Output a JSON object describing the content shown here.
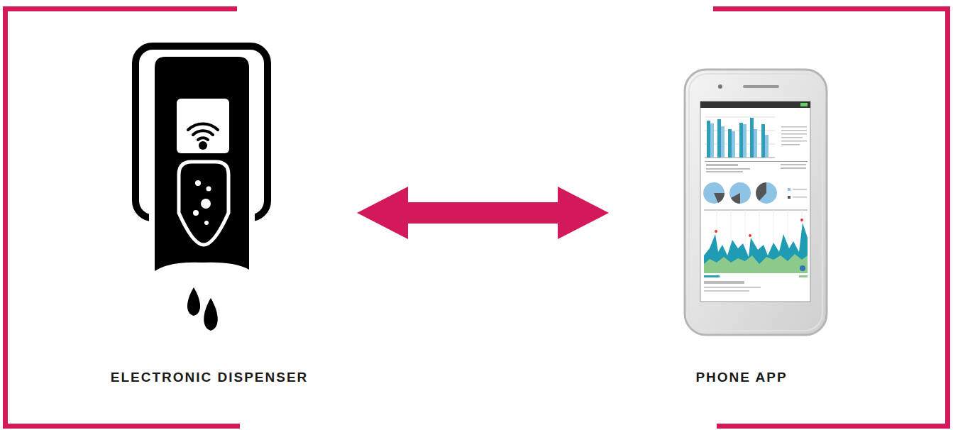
{
  "diagram": {
    "nodes": [
      {
        "text": [
          "ELECTRONIC DISPENSER"
        ]
      },
      {
        "text": [
          "PHONE APP"
        ]
      }
    ],
    "edges": [
      {
        "from": 0,
        "to": 1,
        "arrow": "both"
      }
    ]
  }
}
